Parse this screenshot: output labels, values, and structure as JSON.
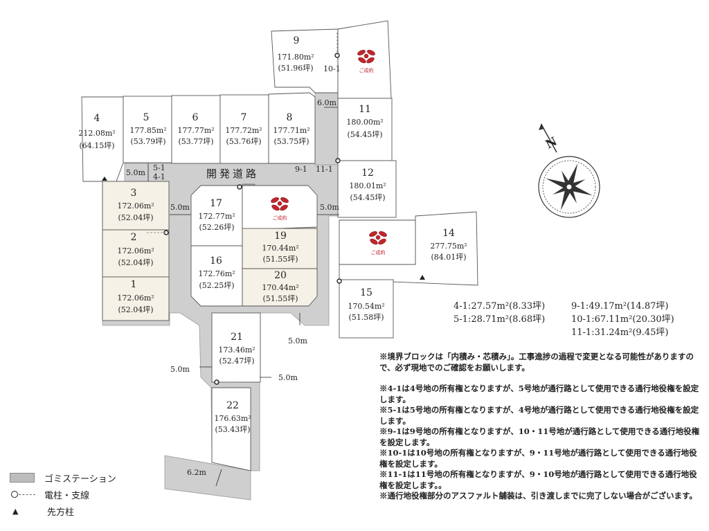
{
  "lots": [
    {
      "id": "4",
      "area": "212.08m²",
      "tsubo": "(64.15坪)"
    },
    {
      "id": "5",
      "area": "177.85m²",
      "tsubo": "(53.79坪)"
    },
    {
      "id": "6",
      "area": "177.77m²",
      "tsubo": "(53.77坪)"
    },
    {
      "id": "7",
      "area": "177.72m²",
      "tsubo": "(53.76坪)"
    },
    {
      "id": "8",
      "area": "177.71m²",
      "tsubo": "(53.75坪)"
    },
    {
      "id": "9",
      "area": "171.80m²",
      "tsubo": "(51.96坪)"
    },
    {
      "id": "11",
      "area": "180.00m²",
      "tsubo": "(54.45坪)"
    },
    {
      "id": "12",
      "area": "180.01m²",
      "tsubo": "(54.45坪)"
    },
    {
      "id": "3",
      "area": "172.06m²",
      "tsubo": "(52.04坪)"
    },
    {
      "id": "2",
      "area": "172.06m²",
      "tsubo": "(52.04坪)"
    },
    {
      "id": "1",
      "area": "172.06m²",
      "tsubo": "(52.04坪)"
    },
    {
      "id": "17",
      "area": "172.77m²",
      "tsubo": "(52.26坪)"
    },
    {
      "id": "16",
      "area": "172.76m²",
      "tsubo": "(52.25坪)"
    },
    {
      "id": "19",
      "area": "170.44m²",
      "tsubo": "(51.55坪)"
    },
    {
      "id": "20",
      "area": "170.44m²",
      "tsubo": "(51.55坪)"
    },
    {
      "id": "14",
      "area": "277.75m²",
      "tsubo": "(84.01坪)"
    },
    {
      "id": "15",
      "area": "170.54m²",
      "tsubo": "(51.58坪)"
    },
    {
      "id": "21",
      "area": "173.46m²",
      "tsubo": "(52.47坪)"
    },
    {
      "id": "22",
      "area": "176.63m²",
      "tsubo": "(53.43坪)"
    }
  ],
  "sold_label": "ご成約",
  "road": {
    "title": "開発道路",
    "w50": "5.0m",
    "w60": "6.0m",
    "w62": "6.2m",
    "p41": "4-1",
    "p51": "5-1",
    "p91": "9-1",
    "p101": "10-1",
    "p111": "11-1"
  },
  "compass_label": "N",
  "sub_areas": [
    [
      "4-1:27.57m²(8.33坪)",
      "9-1:49.17m²(14.87坪)"
    ],
    [
      "5-1:28.71m²(8.68坪)",
      "10-1:67.11m²(20.30坪)"
    ],
    [
      "",
      "11-1:31.24m²(9.45坪)"
    ]
  ],
  "notes": [
    "※境界ブロックは「内積み・芯積み」。工事進捗の過程で変更となる可能性がありますので、必ず現地でのご確認をお願いします。",
    "※4-1は4号地の所有権となりますが、5号地が通行路として使用できる通行地役権を設定します。",
    "※5-1は5号地の所有権となりますが、4号地が通行路として使用できる通行地役権を設定します。",
    "※9-1は9号地の所有権となりますが、10・11号地が通行路として使用できる通行地役権を設定します。",
    "※10-1は10号地の所有権となりますが、9・11号地が通行路として使用できる通行地役権を設定します。",
    "※11-1は11号地の所有権となりますが、9・10号地が通行路として使用できる通行地役権を設定します。。",
    "※通行地役権部分のアスファルト舗装は、引き渡しまでに完了しない場合がございます。"
  ],
  "legend": {
    "garbage": "ゴミステーション",
    "pole": "電柱・支線",
    "marker": "先方柱"
  },
  "colors": {
    "road": "#cfcfcf",
    "lot_sold_fill": "#f6f1e6",
    "lot_fill": "#ffffff",
    "sold_bow": "#c0272d"
  }
}
